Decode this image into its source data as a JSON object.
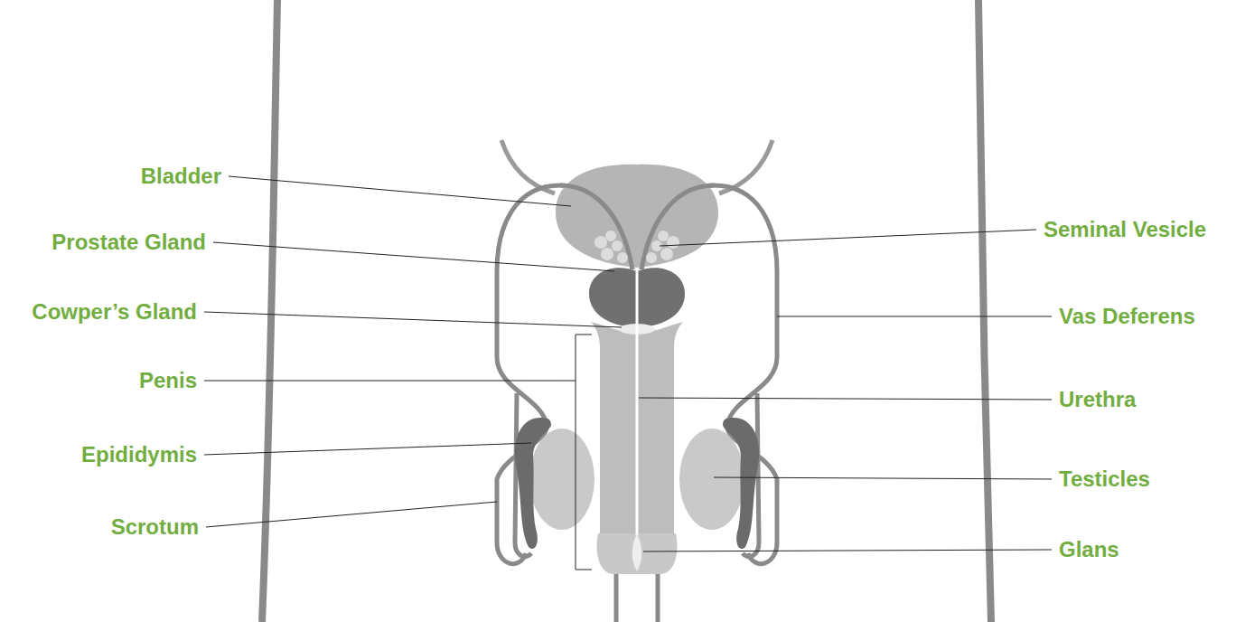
{
  "diagram": {
    "labels": [
      "Bladder",
      "Prostate Gland",
      "Cowper’s Gland",
      "Penis",
      "Epididymis",
      "Scrotum",
      "Seminal Vesicle",
      "Vas Deferens",
      "Urethra",
      "Testicles",
      "Glans"
    ]
  }
}
